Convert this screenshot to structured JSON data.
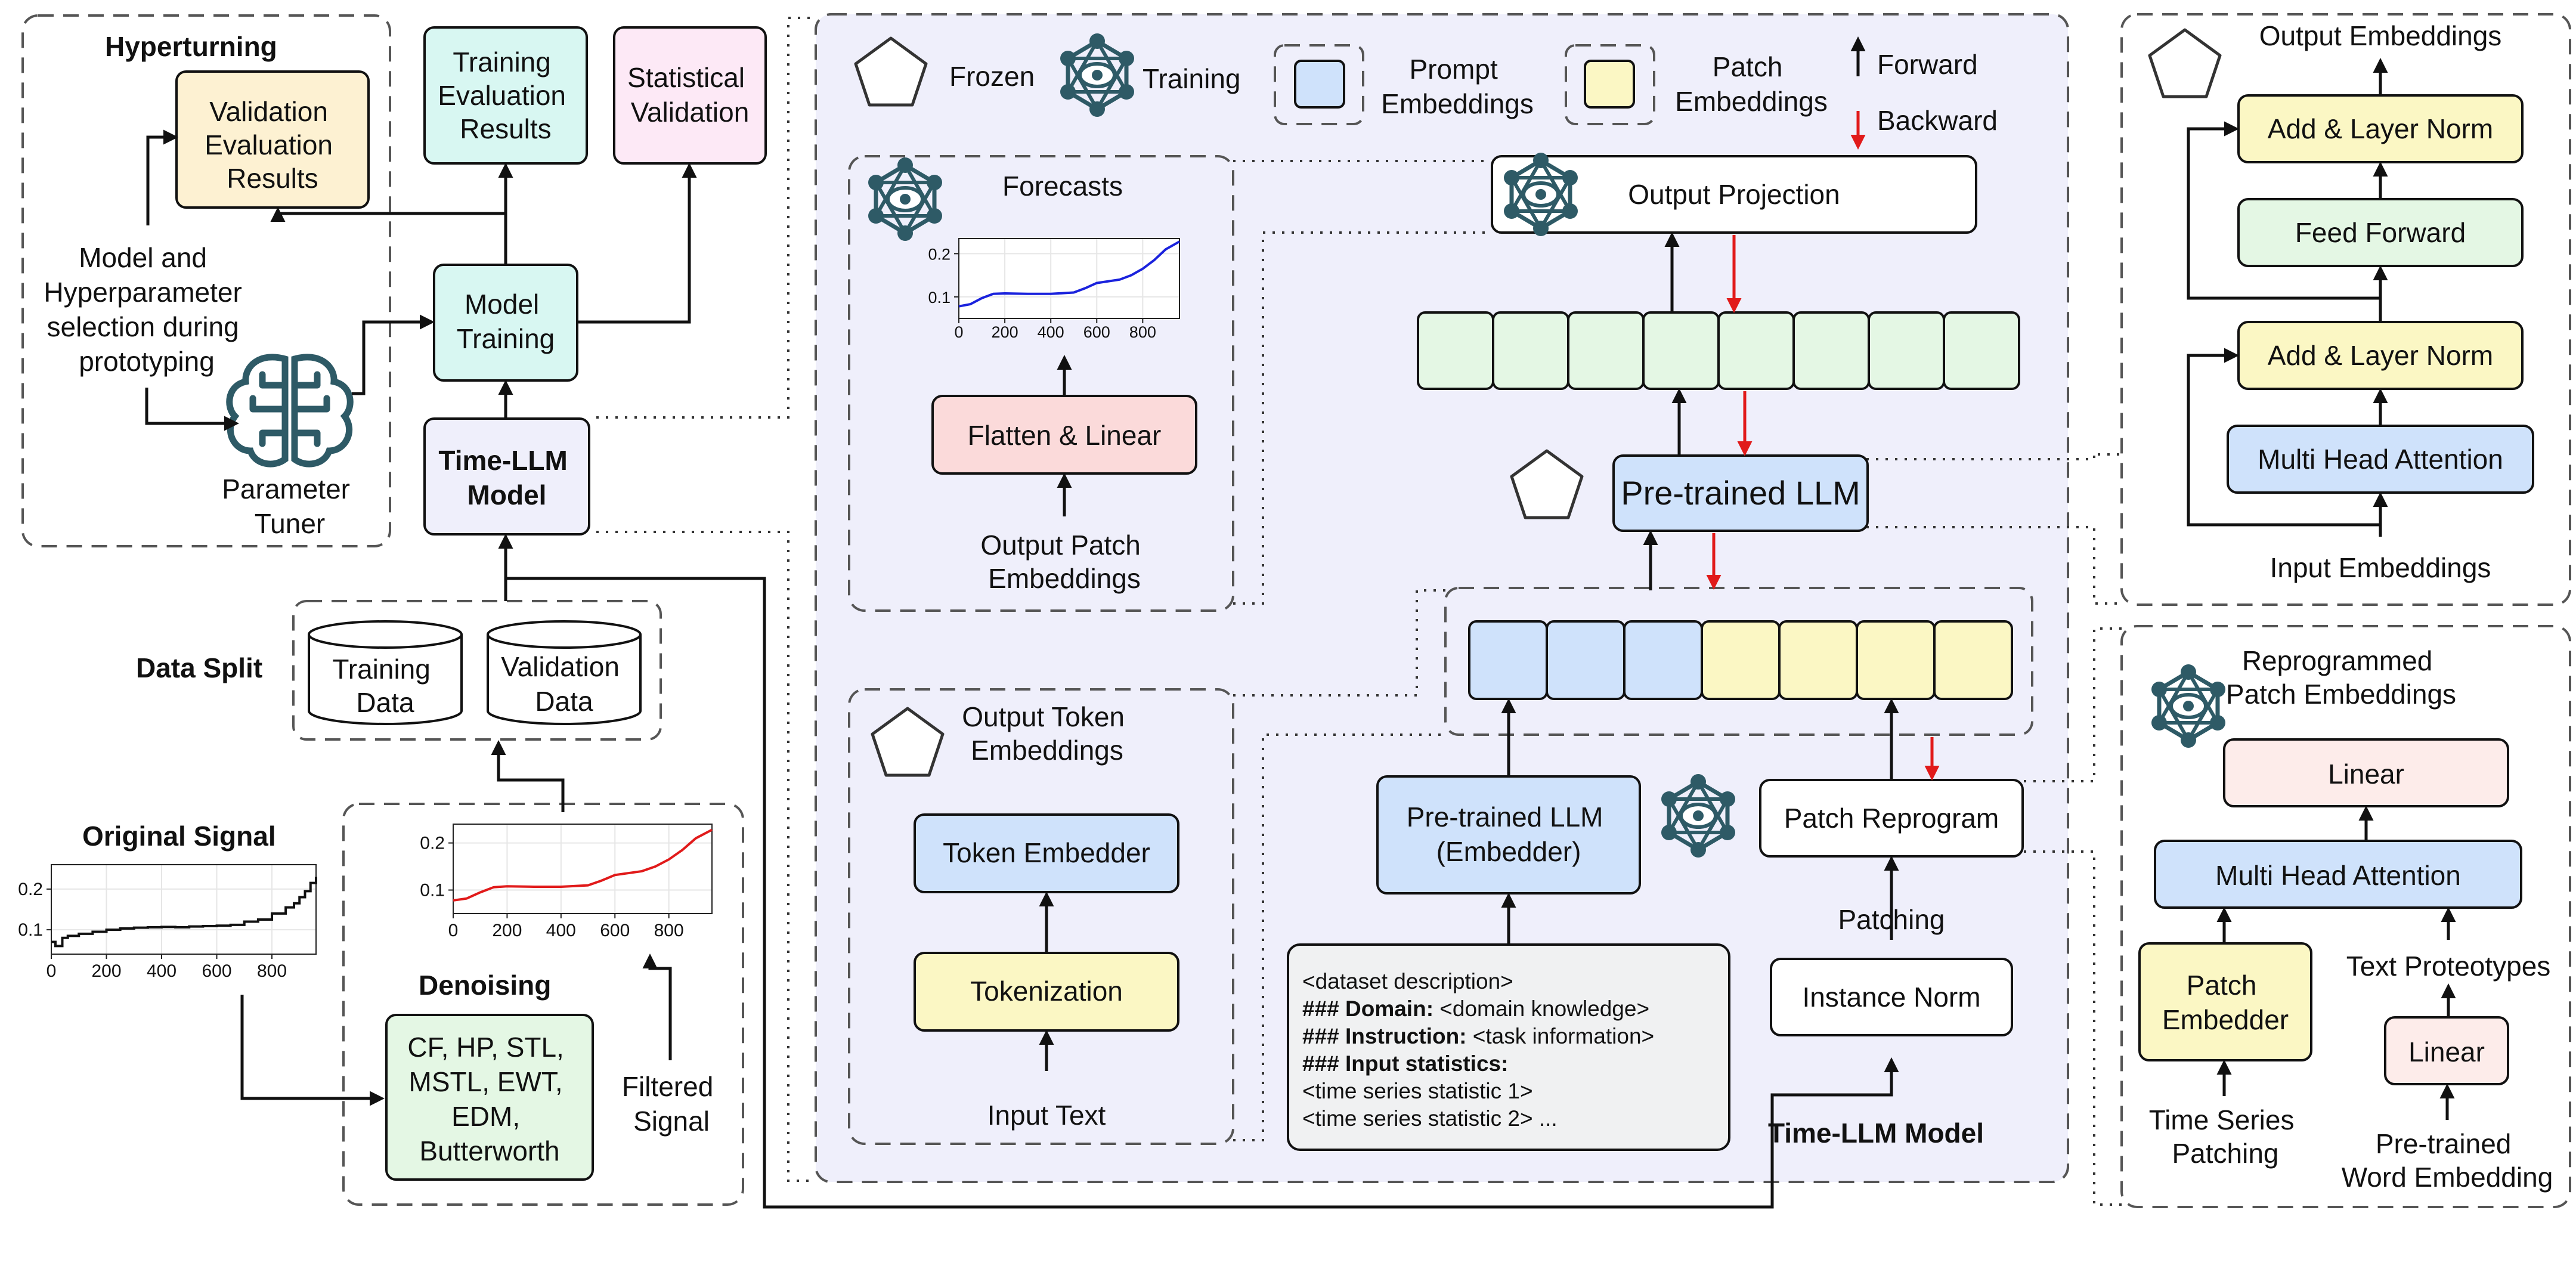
{
  "colors": {
    "green": "#e4f7e4",
    "blue": "#cfe2fb",
    "yellow": "#fbf7c4",
    "pink": "#fbdada",
    "lightpink": "#fdecea",
    "cyan": "#d8f7f2",
    "magenta": "#fde9f6",
    "cream": "#fdf1d2",
    "lavender": "#efeffb",
    "gray": "#f0f1f2",
    "icon": "#2e5a66",
    "red": "#e11a1a",
    "denoised_line": "#e11a1a",
    "forecast_line": "#1a22dd"
  },
  "pipeline": {
    "hyperturning_title": "Hyperturning",
    "validation_results": [
      "Validation",
      "Evaluation",
      "Results"
    ],
    "model_selection": [
      "Model and",
      "Hyperparameter",
      "selection during",
      "prototyping"
    ],
    "parameter_tuner": [
      "Parameter",
      "Tuner"
    ],
    "parameter_tuner_icon": "brain-icon",
    "training_results": [
      "Training",
      "Evaluation",
      "Results"
    ],
    "statistical_validation": [
      "Statistical",
      "Validation"
    ],
    "model_training": [
      "Model",
      "Training"
    ],
    "time_llm_model": [
      "Time-LLM",
      "Model"
    ],
    "data_split_title": "Data Split",
    "training_data": [
      "Training",
      "Data"
    ],
    "validation_data": [
      "Validation",
      "Data"
    ],
    "original_signal_title": "Original Signal",
    "denoising_title": "Denoising",
    "methods": [
      "CF, HP, STL,",
      "MSTL, EWT,",
      "EDM,",
      "Butterworth"
    ],
    "filtered_signal": [
      "Filtered",
      "Signal"
    ]
  },
  "legend": {
    "frozen": "Frozen",
    "training": "Training",
    "prompt_embeddings": [
      "Prompt",
      "Embeddings"
    ],
    "patch_embeddings": [
      "Patch",
      "Embeddings"
    ],
    "forward": "Forward",
    "backward": "Backward"
  },
  "model": {
    "forecasts_title": "Forecasts",
    "flatten_linear": "Flatten & Linear",
    "output_patch_embeddings": [
      "Output Patch",
      "Embeddings"
    ],
    "output_projection": "Output Projection",
    "pretrained_llm": "Pre-trained LLM",
    "output_token_embeddings": [
      "Output Token",
      "Embeddings"
    ],
    "token_embedder": "Token Embedder",
    "tokenization": "Tokenization",
    "input_text": "Input Text",
    "embedder": [
      "Pre-trained LLM",
      "(Embedder)"
    ],
    "patch_reprogram": "Patch Reprogram",
    "patching": "Patching",
    "instance_norm": "Instance Norm",
    "prompt_lines": [
      {
        "bold": "",
        "text": "<dataset description>"
      },
      {
        "bold": "### Domain:",
        "text": " <domain knowledge>"
      },
      {
        "bold": "### Instruction:",
        "text": " <task information>"
      },
      {
        "bold": "### Input statistics:",
        "text": ""
      },
      {
        "bold": "",
        "text": "<time series statistic 1>"
      },
      {
        "bold": "",
        "text": "<time series statistic 2> ..."
      }
    ],
    "panel_title": "Time-LLM Model"
  },
  "transformer": {
    "output_embeddings": "Output Embeddings",
    "add_layer_norm": "Add & Layer Norm",
    "feed_forward": "Feed Forward",
    "multi_head_attention": "Multi Head Attention",
    "input_embeddings": "Input Embeddings"
  },
  "reprogram": {
    "reprogrammed_title": [
      "Reprogrammed",
      "Patch Embeddings"
    ],
    "linear": "Linear",
    "multi_head_attention": "Multi Head Attention",
    "patch_embedder": [
      "Patch",
      "Embedder"
    ],
    "text_prototypes": "Text Proteotypes",
    "ts_patching": [
      "Time Series",
      "Patching"
    ],
    "word_embedding": [
      "Pre-trained",
      "Word Embedding"
    ]
  },
  "chart_data": [
    {
      "name": "Original Signal",
      "type": "line",
      "xlim": [
        0,
        960
      ],
      "ylim": [
        0.04,
        0.26
      ],
      "xticks": [
        0,
        200,
        400,
        600,
        800
      ],
      "yticks": [
        0.1,
        0.2
      ],
      "grid": true,
      "x": [
        0,
        15,
        40,
        60,
        100,
        150,
        200,
        250,
        300,
        350,
        400,
        450,
        500,
        550,
        600,
        650,
        700,
        750,
        800,
        850,
        880,
        900,
        920,
        940,
        960
      ],
      "y": [
        0.07,
        0.06,
        0.08,
        0.085,
        0.09,
        0.095,
        0.1,
        0.103,
        0.105,
        0.106,
        0.107,
        0.106,
        0.108,
        0.109,
        0.11,
        0.112,
        0.12,
        0.125,
        0.14,
        0.155,
        0.165,
        0.18,
        0.195,
        0.215,
        0.23
      ]
    },
    {
      "name": "Filtered Signal",
      "type": "line",
      "xlim": [
        0,
        960
      ],
      "ylim": [
        0.05,
        0.24
      ],
      "xticks": [
        0,
        200,
        400,
        600,
        800
      ],
      "yticks": [
        0.1,
        0.2
      ],
      "grid": true,
      "x": [
        0,
        50,
        100,
        150,
        200,
        300,
        400,
        500,
        550,
        600,
        700,
        750,
        800,
        850,
        900,
        960
      ],
      "y": [
        0.078,
        0.082,
        0.095,
        0.106,
        0.108,
        0.107,
        0.107,
        0.11,
        0.12,
        0.132,
        0.14,
        0.15,
        0.165,
        0.185,
        0.21,
        0.228
      ]
    },
    {
      "name": "Forecasts",
      "type": "line",
      "xlim": [
        0,
        960
      ],
      "ylim": [
        0.05,
        0.235
      ],
      "xticks": [
        0,
        200,
        400,
        600,
        800
      ],
      "yticks": [
        0.1,
        0.2
      ],
      "grid": true,
      "x": [
        0,
        50,
        100,
        150,
        200,
        300,
        400,
        500,
        550,
        600,
        700,
        750,
        800,
        850,
        900,
        960
      ],
      "y": [
        0.078,
        0.083,
        0.097,
        0.107,
        0.108,
        0.107,
        0.107,
        0.11,
        0.12,
        0.132,
        0.14,
        0.15,
        0.165,
        0.185,
        0.21,
        0.228
      ]
    }
  ]
}
